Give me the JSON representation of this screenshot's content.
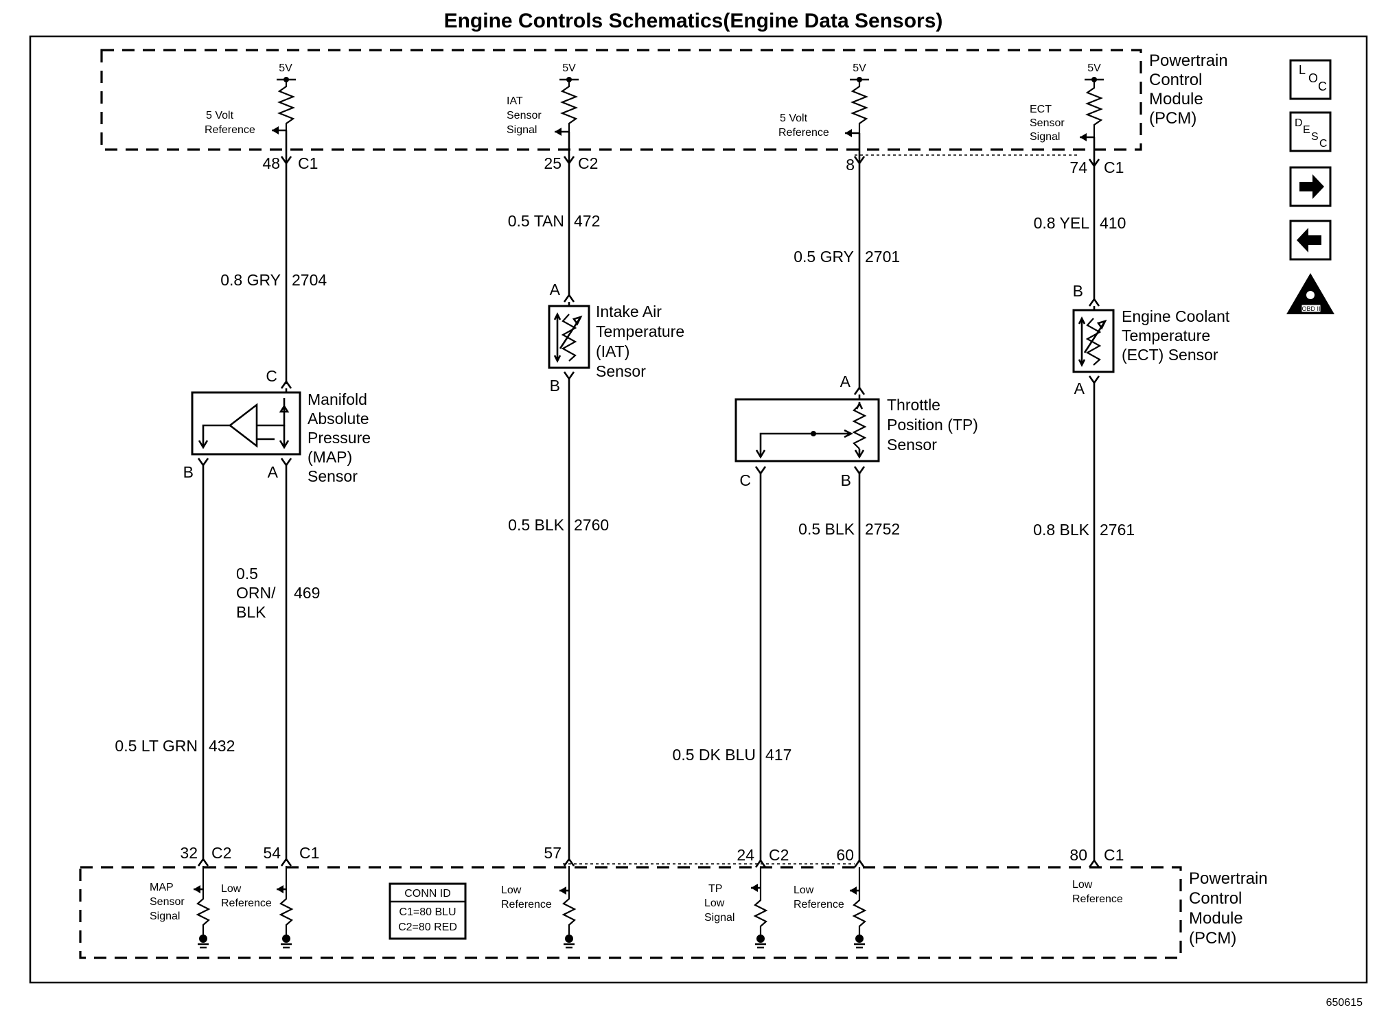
{
  "title": "Engine Controls Schematics(Engine Data Sensors)",
  "figure_id": "650615",
  "pcm": {
    "top_label": [
      "Powertrain",
      "Control",
      "Module",
      "(PCM)"
    ],
    "bottom_label": [
      "Powertrain",
      "Control",
      "Module",
      "(PCM)"
    ]
  },
  "supply": {
    "map": "5V",
    "iat": "5V",
    "tp": "5V",
    "ect": "5V"
  },
  "top_signals": {
    "map": [
      "5 Volt",
      "Reference"
    ],
    "iat": [
      "IAT",
      "Sensor",
      "Signal"
    ],
    "tp": [
      "5 Volt",
      "Reference"
    ],
    "ect": [
      "ECT",
      "Sensor",
      "Signal"
    ]
  },
  "top_pins": {
    "map": {
      "num": "48",
      "conn": "C1"
    },
    "iat": {
      "num": "25",
      "conn": "C2"
    },
    "tp": {
      "num": "8",
      "conn": ""
    },
    "ect": {
      "num": "74",
      "conn": "C1"
    }
  },
  "wires": {
    "map_ref": {
      "gauge": "0.8 GRY",
      "circuit": "2704"
    },
    "iat_sig": {
      "gauge": "0.5 TAN",
      "circuit": "472"
    },
    "tp_ref": {
      "gauge": "0.5 GRY",
      "circuit": "2701"
    },
    "ect_sig": {
      "gauge": "0.8 YEL",
      "circuit": "410"
    },
    "map_low": {
      "gauge": [
        "0.5",
        "ORN/",
        "BLK"
      ],
      "circuit": "469"
    },
    "map_sig": {
      "gauge": "0.5 LT GRN",
      "circuit": "432"
    },
    "iat_low": {
      "gauge": "0.5 BLK",
      "circuit": "2760"
    },
    "tp_sig": {
      "gauge": "0.5 DK BLU",
      "circuit": "417"
    },
    "tp_low": {
      "gauge": "0.5 BLK",
      "circuit": "2752"
    },
    "ect_low": {
      "gauge": "0.8 BLK",
      "circuit": "2761"
    }
  },
  "sensors": {
    "map": {
      "name": [
        "Manifold",
        "Absolute",
        "Pressure",
        "(MAP)",
        "Sensor"
      ],
      "pins": {
        "top": "C",
        "left": "B",
        "right": "A"
      }
    },
    "iat": {
      "name": [
        "Intake Air",
        "Temperature",
        "(IAT)",
        "Sensor"
      ],
      "pins": {
        "top": "A",
        "bottom": "B"
      }
    },
    "tp": {
      "name": [
        "Throttle",
        "Position (TP)",
        "Sensor"
      ],
      "pins": {
        "top": "A",
        "left": "C",
        "right": "B"
      }
    },
    "ect": {
      "name": [
        "Engine Coolant",
        "Temperature",
        "(ECT) Sensor"
      ],
      "pins": {
        "top": "B",
        "bottom": "A"
      }
    }
  },
  "bottom_pins": {
    "map_sig": {
      "num": "32",
      "conn": "C2"
    },
    "map_low": {
      "num": "54",
      "conn": "C1"
    },
    "iat_low": {
      "num": "57",
      "conn": ""
    },
    "tp_sig": {
      "num": "24",
      "conn": "C2"
    },
    "tp_low": {
      "num": "60",
      "conn": ""
    },
    "ect_low": {
      "num": "80",
      "conn": "C1"
    }
  },
  "bottom_signals": {
    "map_sig": [
      "MAP",
      "Sensor",
      "Signal"
    ],
    "map_low": [
      "Low",
      "Reference"
    ],
    "iat_low": [
      "Low",
      "Reference"
    ],
    "tp_sig": [
      "TP",
      "Low",
      "Signal"
    ],
    "tp_low": [
      "Low",
      "Reference"
    ],
    "ect_low": [
      "Low",
      "Reference"
    ]
  },
  "conn_id": {
    "title": "CONN ID",
    "lines": [
      "C1=80 BLU",
      "C2=80 RED"
    ]
  },
  "nav": {
    "loc": {
      "l1": "L",
      "l2": "O",
      "l3": "C"
    },
    "desc": {
      "l1": "D",
      "l2": "E",
      "l3": "S",
      "l4": "C"
    },
    "obd": "OBD II"
  }
}
